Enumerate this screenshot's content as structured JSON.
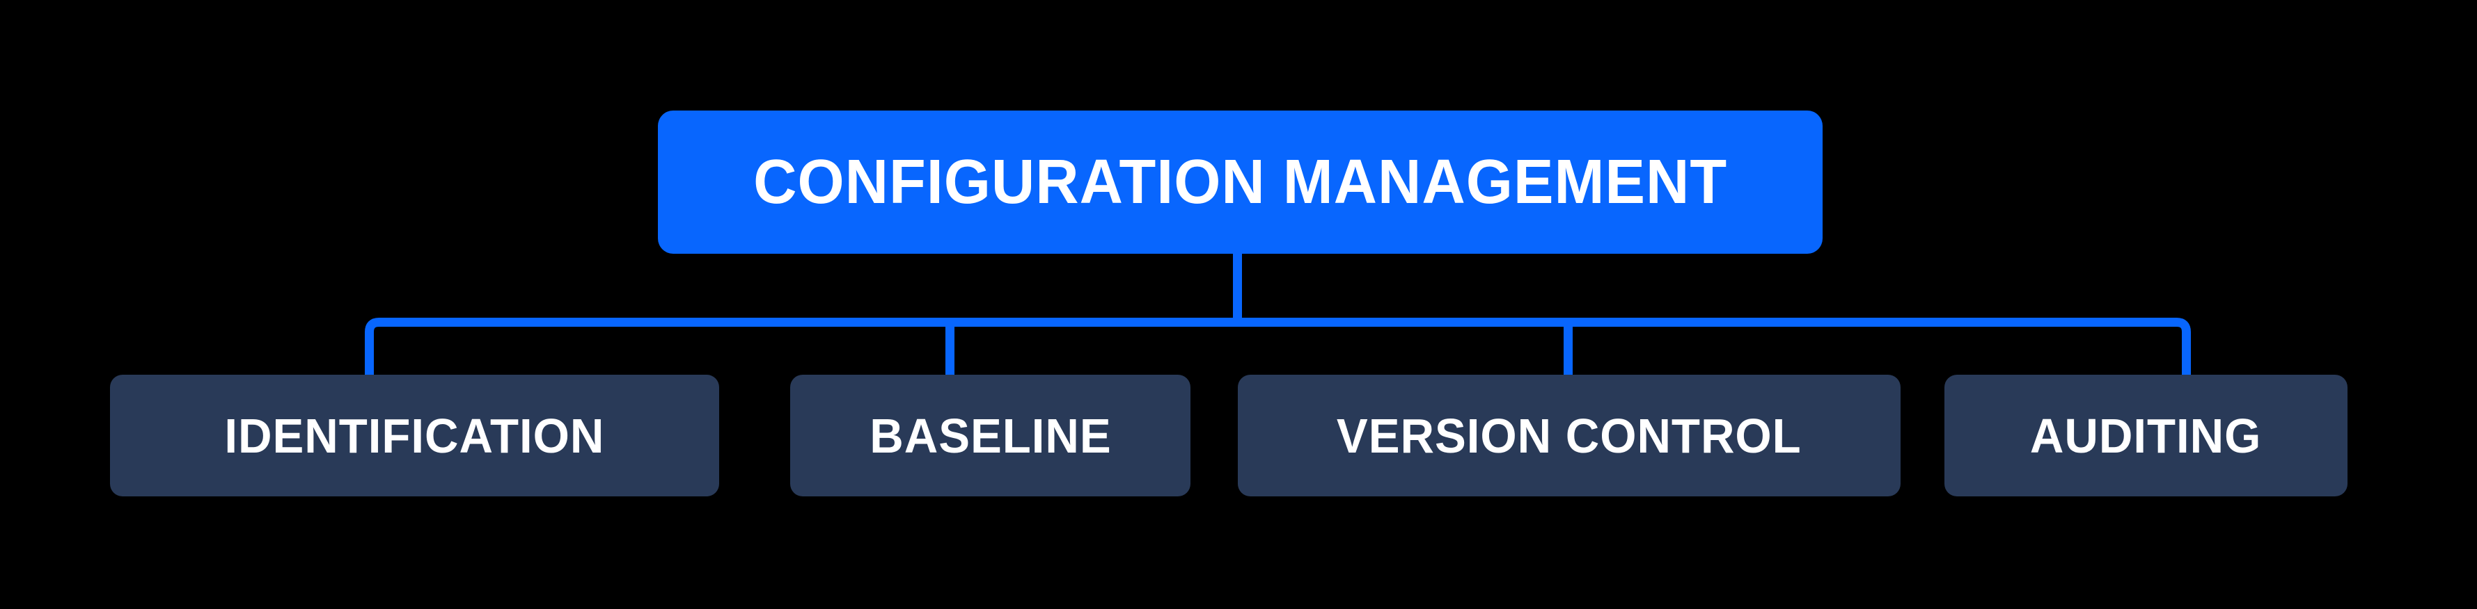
{
  "diagram": {
    "root": {
      "label": "CONFIGURATION MANAGEMENT"
    },
    "children": [
      {
        "label": "IDENTIFICATION"
      },
      {
        "label": "BASELINE"
      },
      {
        "label": "VERSION CONTROL"
      },
      {
        "label": "AUDITING"
      }
    ],
    "colors": {
      "background": "#000000",
      "root_fill": "#0866FE",
      "child_fill": "#293A58",
      "connector": "#0866FE",
      "label_text": "#FFFFFF"
    }
  }
}
